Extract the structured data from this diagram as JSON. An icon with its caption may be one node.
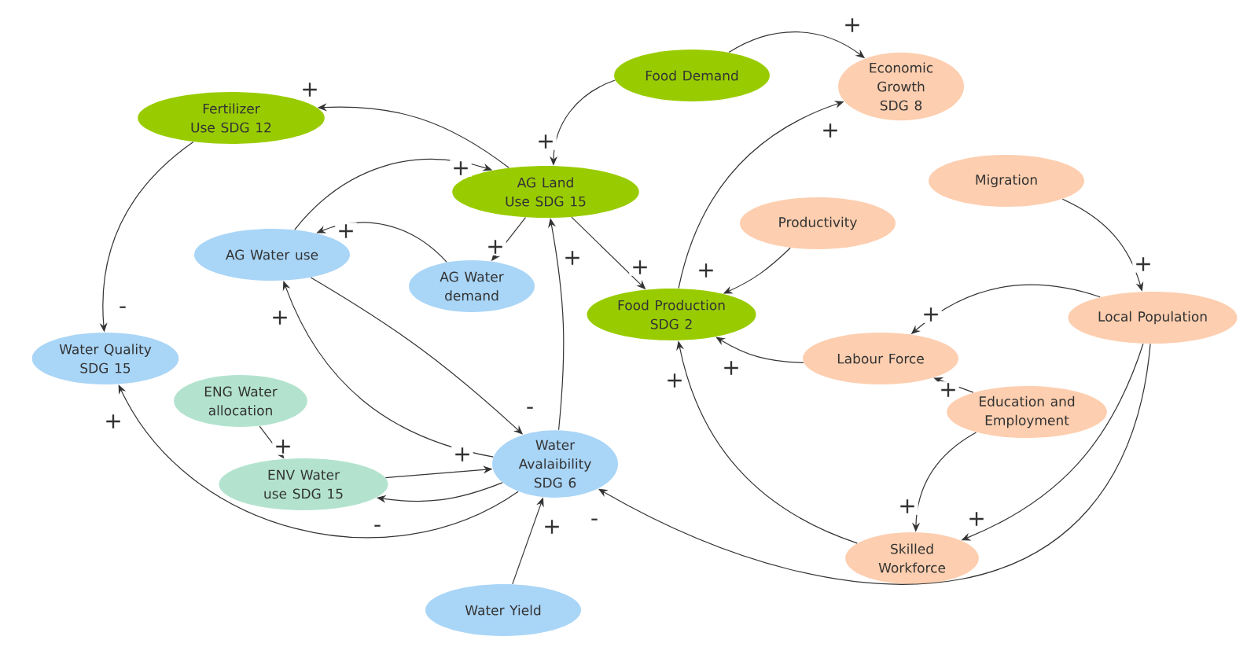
{
  "diagram": {
    "nodes": [
      {
        "text": [
          "Fertilizer Use SDG 12"
        ]
      },
      {
        "text": [
          "Food Demand"
        ]
      },
      {
        "text": [
          "Economic Growth SDG 8"
        ]
      },
      {
        "text": [
          "AG Land Use SDG 15"
        ]
      },
      {
        "text": [
          "Migration"
        ]
      },
      {
        "text": [
          "Productivity"
        ]
      },
      {
        "text": [
          "AG Water use"
        ]
      },
      {
        "text": [
          "AG Water demand"
        ]
      },
      {
        "text": [
          "Food Production SDG 2"
        ]
      },
      {
        "text": [
          "Local Population"
        ]
      },
      {
        "text": [
          "Water Quality SDG 15"
        ]
      },
      {
        "text": [
          "Labour Force"
        ]
      },
      {
        "text": [
          "ENG Water allocation"
        ]
      },
      {
        "text": [
          "Education and Employment"
        ]
      },
      {
        "text": [
          "ENV Water use SDG 15"
        ]
      },
      {
        "text": [
          "Water Avalaibility SDG 6"
        ]
      },
      {
        "text": [
          "Skilled Workforce"
        ]
      },
      {
        "text": [
          "Water Yield"
        ]
      }
    ],
    "edges": [
      {
        "from": 3,
        "to": 0,
        "arrow": "to",
        "label": "+"
      },
      {
        "from": 0,
        "to": 10,
        "arrow": "to",
        "label": "-"
      },
      {
        "from": 1,
        "to": 3,
        "arrow": "to",
        "label": "+"
      },
      {
        "from": 1,
        "to": 2,
        "arrow": "to",
        "label": "+"
      },
      {
        "from": 6,
        "to": 3,
        "arrow": "to",
        "label": "+"
      },
      {
        "from": 7,
        "to": 6,
        "arrow": "to",
        "label": "+"
      },
      {
        "from": 3,
        "to": 7,
        "arrow": "to",
        "label": "+"
      },
      {
        "from": 3,
        "to": 8,
        "arrow": "to",
        "label": "+"
      },
      {
        "from": 15,
        "to": 3,
        "arrow": "to",
        "label": "+"
      },
      {
        "from": 15,
        "to": 6,
        "arrow": "to",
        "label": "+"
      },
      {
        "from": 6,
        "to": 15,
        "arrow": "to",
        "label": "-"
      },
      {
        "from": 14,
        "to": 15,
        "arrow": "to",
        "label": "+"
      },
      {
        "from": 15,
        "to": 14,
        "arrow": "to",
        "label": "-"
      },
      {
        "from": 12,
        "to": 14,
        "arrow": "to",
        "label": "+"
      },
      {
        "from": 15,
        "to": 10,
        "arrow": "to",
        "label": "+"
      },
      {
        "from": 17,
        "to": 15,
        "arrow": "to",
        "label": "+"
      },
      {
        "from": 9,
        "to": 15,
        "arrow": "to",
        "label": "-"
      },
      {
        "from": 8,
        "to": 2,
        "arrow": "to",
        "label": "+"
      },
      {
        "from": 5,
        "to": 8,
        "arrow": "to",
        "label": "+"
      },
      {
        "from": 11,
        "to": 8,
        "arrow": "to",
        "label": "+"
      },
      {
        "from": 16,
        "to": 8,
        "arrow": "to",
        "label": "+"
      },
      {
        "from": 4,
        "to": 9,
        "arrow": "to",
        "label": "+"
      },
      {
        "from": 9,
        "to": 11,
        "arrow": "to",
        "label": "+"
      },
      {
        "from": 13,
        "to": 11,
        "arrow": "to",
        "label": "+"
      },
      {
        "from": 13,
        "to": 16,
        "arrow": "to",
        "label": "+"
      },
      {
        "from": 9,
        "to": 16,
        "arrow": "to",
        "label": "+"
      }
    ]
  }
}
